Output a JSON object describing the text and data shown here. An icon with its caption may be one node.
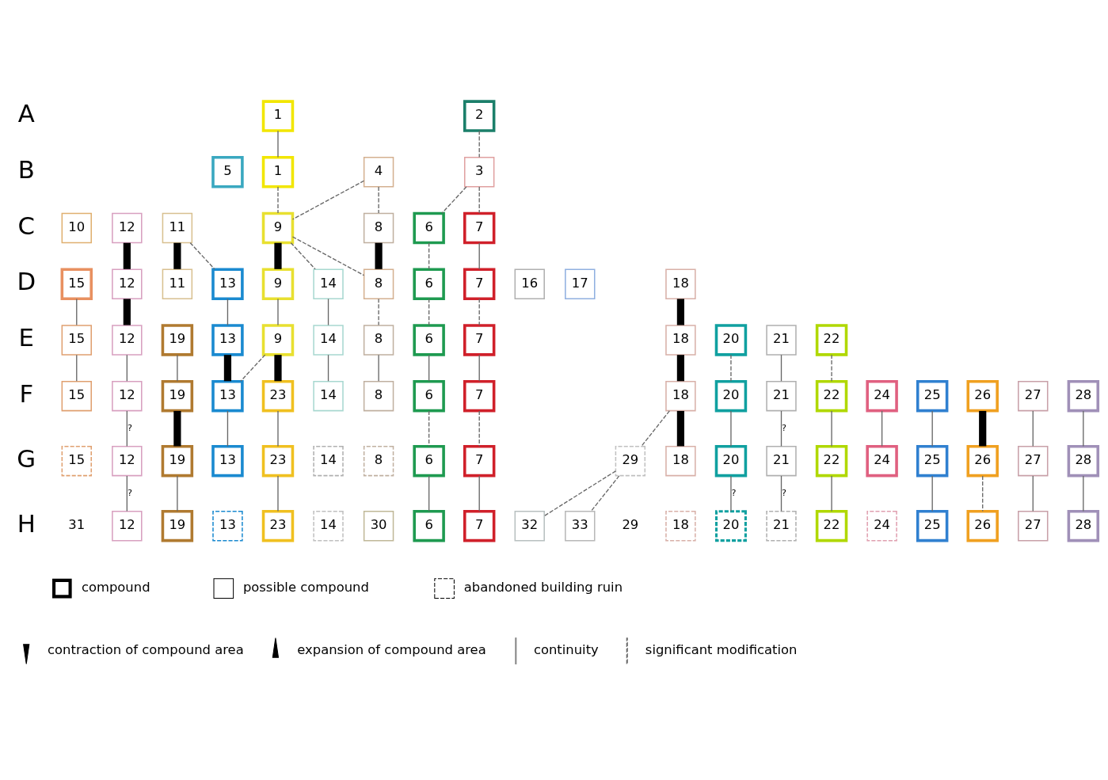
{
  "diagram": {
    "nodes": [
      {
        "text": [
          "1"
        ]
      },
      {
        "text": [
          "2"
        ]
      },
      {
        "text": [
          "5"
        ]
      },
      {
        "text": [
          "1"
        ]
      },
      {
        "text": [
          "4"
        ]
      },
      {
        "text": [
          "3"
        ]
      },
      {
        "text": [
          "10"
        ]
      },
      {
        "text": [
          "12"
        ]
      },
      {
        "text": [
          "11"
        ]
      },
      {
        "text": [
          "9"
        ]
      },
      {
        "text": [
          "8"
        ]
      },
      {
        "text": [
          "6"
        ]
      },
      {
        "text": [
          "7"
        ]
      },
      {
        "text": [
          "15"
        ]
      },
      {
        "text": [
          "12"
        ]
      },
      {
        "text": [
          "11"
        ]
      },
      {
        "text": [
          "13"
        ]
      },
      {
        "text": [
          "9"
        ]
      },
      {
        "text": [
          "14"
        ]
      },
      {
        "text": [
          "8"
        ]
      },
      {
        "text": [
          "6"
        ]
      },
      {
        "text": [
          "7"
        ]
      },
      {
        "text": [
          "16"
        ]
      },
      {
        "text": [
          "17"
        ]
      },
      {
        "text": [
          "18"
        ]
      },
      {
        "text": [
          "15"
        ]
      },
      {
        "text": [
          "12"
        ]
      },
      {
        "text": [
          "19"
        ]
      },
      {
        "text": [
          "13"
        ]
      },
      {
        "text": [
          "9"
        ]
      },
      {
        "text": [
          "14"
        ]
      },
      {
        "text": [
          "8"
        ]
      },
      {
        "text": [
          "6"
        ]
      },
      {
        "text": [
          "7"
        ]
      },
      {
        "text": [
          "18"
        ]
      },
      {
        "text": [
          "20"
        ]
      },
      {
        "text": [
          "21"
        ]
      },
      {
        "text": [
          "22"
        ]
      },
      {
        "text": [
          "15"
        ]
      },
      {
        "text": [
          "12"
        ]
      },
      {
        "text": [
          "19"
        ]
      },
      {
        "text": [
          "13"
        ]
      },
      {
        "text": [
          "23"
        ]
      },
      {
        "text": [
          "14"
        ]
      },
      {
        "text": [
          "8"
        ]
      },
      {
        "text": [
          "6"
        ]
      },
      {
        "text": [
          "7"
        ]
      },
      {
        "text": [
          "18"
        ]
      },
      {
        "text": [
          "20"
        ]
      },
      {
        "text": [
          "21"
        ]
      },
      {
        "text": [
          "22"
        ]
      },
      {
        "text": [
          "24"
        ]
      },
      {
        "text": [
          "25"
        ]
      },
      {
        "text": [
          "26"
        ]
      },
      {
        "text": [
          "27"
        ]
      },
      {
        "text": [
          "28"
        ]
      },
      {
        "text": [
          "15"
        ]
      },
      {
        "text": [
          "12"
        ]
      },
      {
        "text": [
          "19"
        ]
      },
      {
        "text": [
          "13"
        ]
      },
      {
        "text": [
          "23"
        ]
      },
      {
        "text": [
          "14"
        ]
      },
      {
        "text": [
          "8"
        ]
      },
      {
        "text": [
          "6"
        ]
      },
      {
        "text": [
          "7"
        ]
      },
      {
        "text": [
          "29"
        ]
      },
      {
        "text": [
          "18"
        ]
      },
      {
        "text": [
          "20"
        ]
      },
      {
        "text": [
          "21"
        ]
      },
      {
        "text": [
          "22"
        ]
      },
      {
        "text": [
          "24"
        ]
      },
      {
        "text": [
          "25"
        ]
      },
      {
        "text": [
          "26"
        ]
      },
      {
        "text": [
          "27"
        ]
      },
      {
        "text": [
          "28"
        ]
      },
      {
        "text": [
          "31"
        ]
      },
      {
        "text": [
          "12"
        ]
      },
      {
        "text": [
          "19"
        ]
      },
      {
        "text": [
          "13"
        ]
      },
      {
        "text": [
          "23"
        ]
      },
      {
        "text": [
          "14"
        ]
      },
      {
        "text": [
          "30"
        ]
      },
      {
        "text": [
          "6"
        ]
      },
      {
        "text": [
          "7"
        ]
      },
      {
        "text": [
          "32"
        ]
      },
      {
        "text": [
          "33"
        ]
      },
      {
        "text": [
          "29"
        ]
      },
      {
        "text": [
          "18"
        ]
      },
      {
        "text": [
          "20"
        ]
      },
      {
        "text": [
          "21"
        ]
      },
      {
        "text": [
          "22"
        ]
      },
      {
        "text": [
          "24"
        ]
      },
      {
        "text": [
          "25"
        ]
      },
      {
        "text": [
          "26"
        ]
      },
      {
        "text": [
          "27"
        ]
      },
      {
        "text": [
          "28"
        ]
      }
    ],
    "edges": [
      {
        "from": 0,
        "to": 3,
        "arrow": "none"
      },
      {
        "from": 1,
        "to": 5,
        "arrow": "none",
        "style": "dashed"
      },
      {
        "from": 3,
        "to": 9,
        "arrow": "none",
        "style": "dashed"
      },
      {
        "from": 4,
        "to": 9,
        "arrow": "none",
        "style": "dashed"
      },
      {
        "from": 4,
        "to": 10,
        "arrow": "none",
        "style": "dashed"
      },
      {
        "from": 5,
        "to": 11,
        "arrow": "none",
        "style": "dashed"
      },
      {
        "from": 5,
        "to": 12,
        "arrow": "none",
        "style": "dashed"
      },
      {
        "from": 7,
        "to": 14,
        "arrow": "none",
        "style": "thick",
        "color": "#000000"
      },
      {
        "from": 8,
        "to": 15,
        "arrow": "none",
        "style": "thick",
        "color": "#000000"
      },
      {
        "from": 8,
        "to": 16,
        "arrow": "none",
        "style": "dashed"
      },
      {
        "from": 9,
        "to": 17,
        "arrow": "none",
        "style": "thick",
        "color": "#000000"
      },
      {
        "from": 9,
        "to": 18,
        "arrow": "none",
        "style": "dashed"
      },
      {
        "from": 9,
        "to": 19,
        "arrow": "none",
        "style": "dashed"
      },
      {
        "from": 10,
        "to": 19,
        "arrow": "none",
        "style": "thick",
        "color": "#000000"
      },
      {
        "from": 11,
        "to": 20,
        "arrow": "none",
        "style": "dashed"
      },
      {
        "from": 12,
        "to": 21,
        "arrow": "none"
      },
      {
        "from": 13,
        "to": 25,
        "arrow": "none"
      },
      {
        "from": 14,
        "to": 26,
        "arrow": "none",
        "style": "thick",
        "color": "#000000"
      },
      {
        "from": 16,
        "to": 28,
        "arrow": "none"
      },
      {
        "from": 17,
        "to": 29,
        "arrow": "none"
      },
      {
        "from": 18,
        "to": 30,
        "arrow": "none"
      },
      {
        "from": 19,
        "to": 31,
        "arrow": "none",
        "style": "dashed"
      },
      {
        "from": 20,
        "to": 32,
        "arrow": "none",
        "style": "dashed"
      },
      {
        "from": 21,
        "to": 33,
        "arrow": "none",
        "style": "dashed"
      },
      {
        "from": 24,
        "to": 34,
        "arrow": "none",
        "style": "thick",
        "color": "#000000"
      },
      {
        "from": 25,
        "to": 38,
        "arrow": "none"
      },
      {
        "from": 26,
        "to": 39,
        "arrow": "none"
      },
      {
        "from": 27,
        "to": 40,
        "arrow": "none"
      },
      {
        "from": 28,
        "to": 41,
        "arrow": "none",
        "style": "thick",
        "color": "#000000"
      },
      {
        "from": 29,
        "to": 42,
        "arrow": "none",
        "style": "thick",
        "color": "#000000"
      },
      {
        "from": 29,
        "to": 41,
        "arrow": "none",
        "style": "dashed"
      },
      {
        "from": 30,
        "to": 43,
        "arrow": "none"
      },
      {
        "from": 31,
        "to": 44,
        "arrow": "none"
      },
      {
        "from": 32,
        "to": 45,
        "arrow": "none"
      },
      {
        "from": 33,
        "to": 46,
        "arrow": "none"
      },
      {
        "from": 34,
        "to": 47,
        "arrow": "none",
        "style": "thick",
        "color": "#000000"
      },
      {
        "from": 35,
        "to": 48,
        "arrow": "none",
        "style": "dashed"
      },
      {
        "from": 36,
        "to": 49,
        "arrow": "none"
      },
      {
        "from": 37,
        "to": 50,
        "arrow": "none",
        "style": "dashed"
      },
      {
        "from": 39,
        "to": 57,
        "arrow": "none",
        "label": "?"
      },
      {
        "from": 40,
        "to": 58,
        "arrow": "none",
        "style": "thick",
        "color": "#000000"
      },
      {
        "from": 41,
        "to": 59,
        "arrow": "none"
      },
      {
        "from": 42,
        "to": 60,
        "arrow": "none"
      },
      {
        "from": 45,
        "to": 63,
        "arrow": "none",
        "style": "dashed"
      },
      {
        "from": 46,
        "to": 64,
        "arrow": "none",
        "style": "dashed"
      },
      {
        "from": 47,
        "to": 66,
        "arrow": "none",
        "style": "thick",
        "color": "#000000"
      },
      {
        "from": 47,
        "to": 65,
        "arrow": "none",
        "style": "dashed"
      },
      {
        "from": 48,
        "to": 67,
        "arrow": "none"
      },
      {
        "from": 49,
        "to": 68,
        "arrow": "none",
        "label": "?"
      },
      {
        "from": 50,
        "to": 69,
        "arrow": "none"
      },
      {
        "from": 51,
        "to": 70,
        "arrow": "none"
      },
      {
        "from": 52,
        "to": 71,
        "arrow": "none"
      },
      {
        "from": 53,
        "to": 72,
        "arrow": "none",
        "style": "thick",
        "color": "#000000"
      },
      {
        "from": 54,
        "to": 73,
        "arrow": "none"
      },
      {
        "from": 55,
        "to": 74,
        "arrow": "none"
      },
      {
        "from": 57,
        "to": 76,
        "arrow": "none",
        "label": "?"
      },
      {
        "from": 58,
        "to": 77,
        "arrow": "none"
      },
      {
        "from": 60,
        "to": 79,
        "arrow": "none"
      },
      {
        "from": 63,
        "to": 82,
        "arrow": "none"
      },
      {
        "from": 64,
        "to": 83,
        "arrow": "none"
      },
      {
        "from": 65,
        "to": 84,
        "arrow": "none",
        "style": "dashed"
      },
      {
        "from": 65,
        "to": 85,
        "arrow": "none",
        "style": "dashed"
      },
      {
        "from": 67,
        "to": 88,
        "arrow": "none",
        "label": "?"
      },
      {
        "from": 68,
        "to": 89,
        "arrow": "none",
        "label": "?"
      },
      {
        "from": 69,
        "to": 90,
        "arrow": "none"
      },
      {
        "from": 71,
        "to": 92,
        "arrow": "none"
      },
      {
        "from": 72,
        "to": 93,
        "arrow": "none",
        "style": "dashed"
      },
      {
        "from": 73,
        "to": 94,
        "arrow": "none"
      },
      {
        "from": 74,
        "to": 95,
        "arrow": "none"
      }
    ],
    "labels": [
      "A",
      "B",
      "C",
      "D",
      "E",
      "F",
      "G",
      "H"
    ],
    "legend": [
      {
        "text": "compound"
      },
      {
        "text": "possible compound"
      },
      {
        "text": "abandoned building ruin"
      },
      {
        "text": "contraction of compound area"
      },
      {
        "text": "expansion of compound area"
      },
      {
        "text": "continuity"
      },
      {
        "text": "significant modification"
      }
    ]
  }
}
